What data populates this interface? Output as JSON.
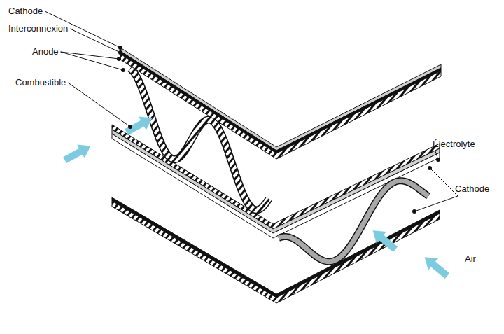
{
  "diagram": {
    "labels": [
      "Cathode",
      "Interconnexion",
      "Anode",
      "Combustible",
      "Électrolyte",
      "Cathode",
      "Air"
    ]
  }
}
